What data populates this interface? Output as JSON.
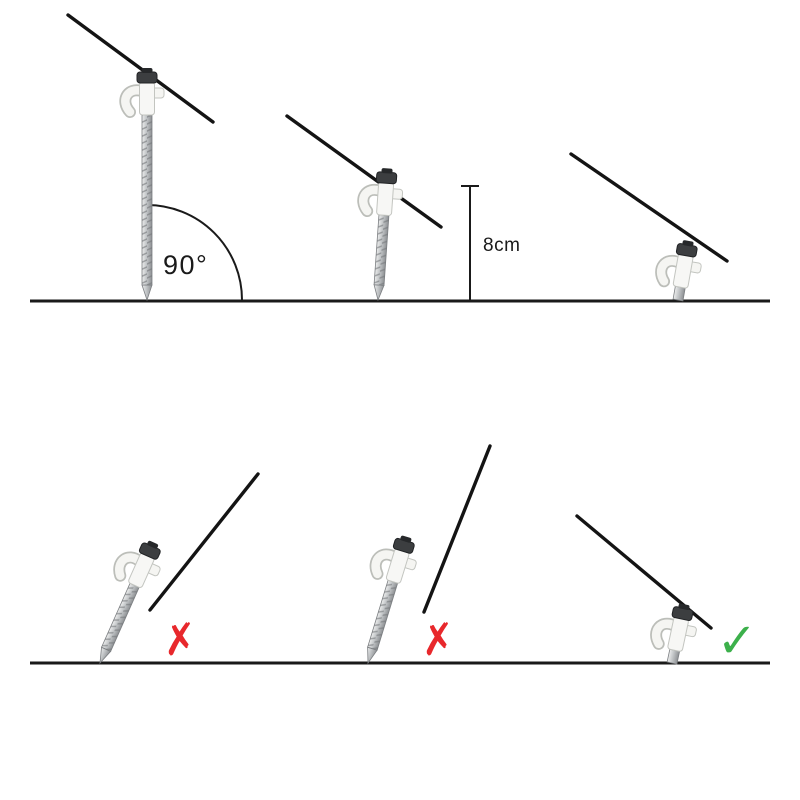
{
  "colors": {
    "ink": "#1a1a1a",
    "wrong_red": "#e8282c",
    "correct_green": "#3cb04b",
    "peg_plastic": "#f5f5f2",
    "peg_outline": "#c3c5c0",
    "shaft_gray": "#b9bcbe",
    "cap_dark": "#3c3e40"
  },
  "top_row": {
    "angle_label": "90°",
    "height_label": "8cm"
  },
  "bottom_row": {
    "marks": [
      {
        "symbol": "✗",
        "result": "wrong",
        "color": "#e8282c"
      },
      {
        "symbol": "✗",
        "result": "wrong",
        "color": "#e8282c"
      },
      {
        "symbol": "✓",
        "result": "correct",
        "color": "#3cb04b"
      }
    ]
  }
}
